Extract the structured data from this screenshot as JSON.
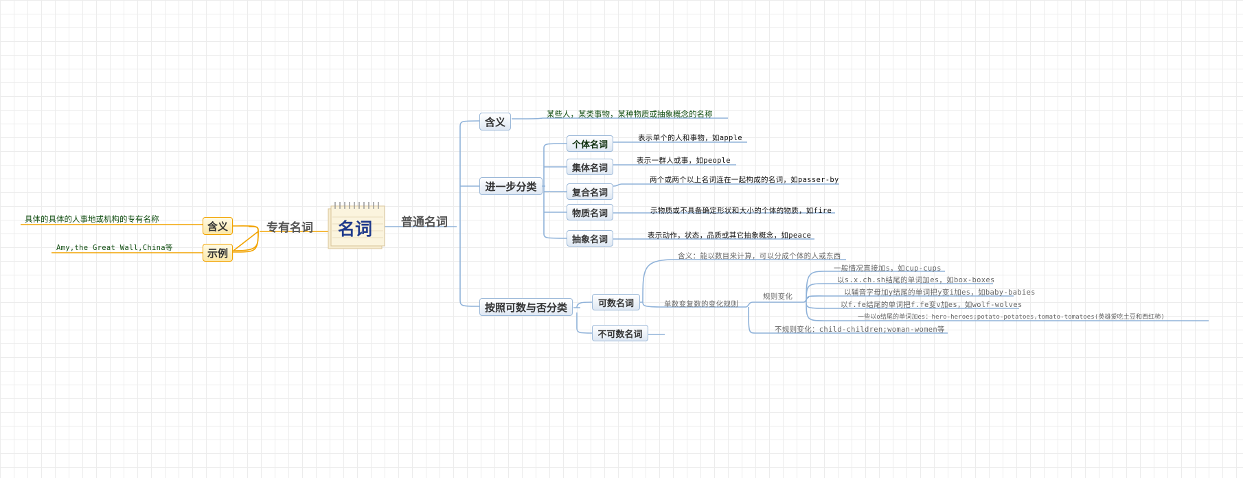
{
  "central": {
    "title": "名词"
  },
  "proper": {
    "label": "专有名词",
    "meaning_label": "含义",
    "meaning_text": "具体的具体的人事地或机构的专有名称",
    "example_label": "示例",
    "example_text": "Amy,the Great Wall,China等"
  },
  "common": {
    "label": "普通名词",
    "meaning_label": "含义",
    "meaning_text": "某些人，某类事物，某种物质或抽象概念的名称",
    "further": {
      "label": "进一步分类",
      "items": [
        {
          "label": "个体名词",
          "text": "表示单个的人和事物，如apple"
        },
        {
          "label": "集体名词",
          "text": "表示一群人或事，如people"
        },
        {
          "label": "复合名词",
          "text": "两个或两个以上名词连在一起构成的名词，如passer-by"
        },
        {
          "label": "物质名词",
          "text": "示物质或不具备确定形状和大小的个体的物质，如fire"
        },
        {
          "label": "抽象名词",
          "text": "表示动作，状态，品质或其它抽象概念，如peace"
        }
      ]
    },
    "countability": {
      "label": "按照可数与否分类",
      "countable": {
        "label": "可数名词",
        "meaning": "含义：能以数目来计算，可以分成个体的人或东西",
        "rule_label": "单数变复数的变化规则",
        "regular_label": "规则变化",
        "regular_items": [
          "一般情况直接加s，如cup-cups",
          "以s.x.ch.sh结尾的单词加es，如box-boxes",
          "以辅音字母加y结尾的单词把y变i加es，如baby-babies",
          "以f.fe结尾的单词把f.fe变v加es，如wolf-wolves",
          "一些以o结尾的单词加es：hero-heroes;potato-potatoes,tomato-tomatoes(英雄爱吃土豆和西红柿)"
        ],
        "irregular": "不规则变化：child-children;woman-women等"
      },
      "uncountable": {
        "label": "不可数名词"
      }
    }
  },
  "colors": {
    "blue_line": "#8fb2d9",
    "orange_line": "#f2a300",
    "green_text": "#114d11"
  }
}
